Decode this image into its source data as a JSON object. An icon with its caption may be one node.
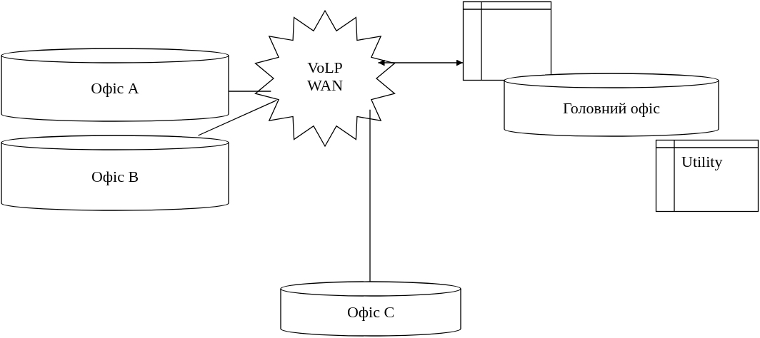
{
  "diagram": {
    "nodes": [
      {
        "text": [
          "Офіс A"
        ]
      },
      {
        "text": [
          "VoLP WAN"
        ]
      },
      {
        "text": [],
        "shape": "box"
      },
      {
        "text": [
          "Головний офіс"
        ]
      },
      {
        "text": [
          "Офіс B"
        ]
      },
      {
        "text": [
          "Utility"
        ]
      },
      {
        "text": [
          "Офіс C"
        ]
      }
    ],
    "edges": [
      {
        "from": 0,
        "to": 1,
        "arrow": "none"
      },
      {
        "from": 1,
        "to": 2,
        "arrow": "both"
      },
      {
        "from": 4,
        "to": 1,
        "arrow": "none"
      },
      {
        "from": 6,
        "to": 1,
        "arrow": "none"
      }
    ]
  }
}
